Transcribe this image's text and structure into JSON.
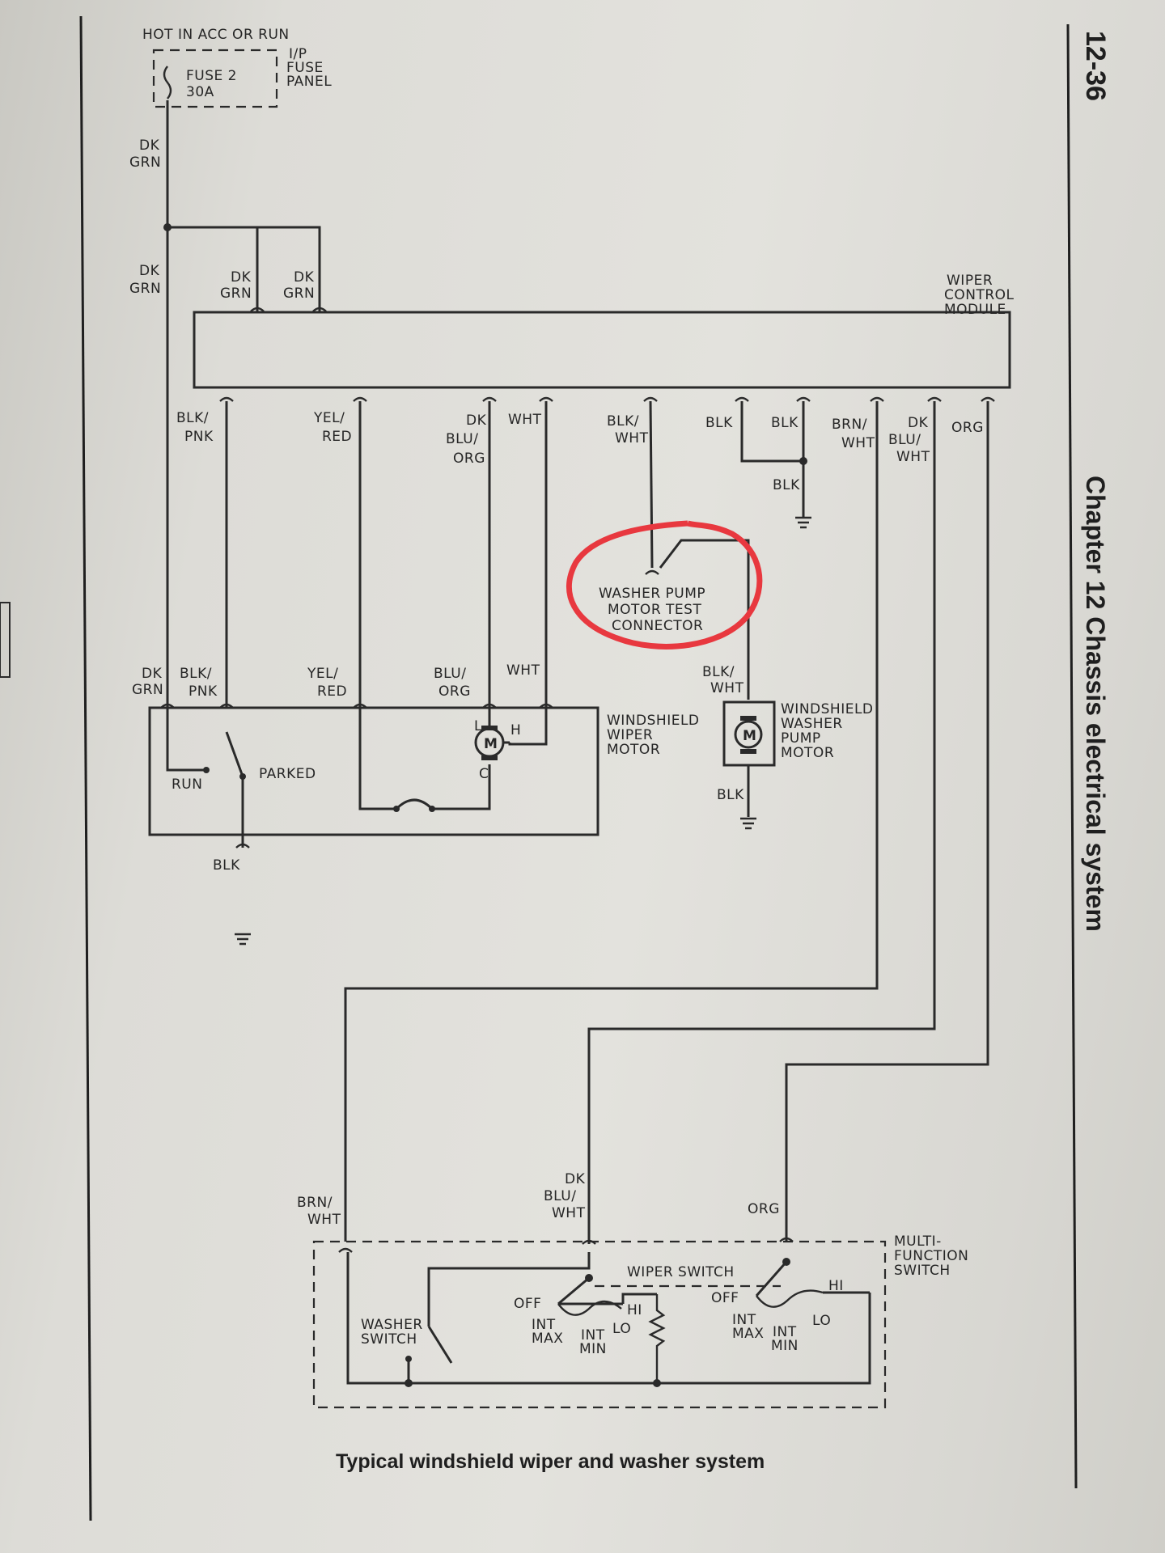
{
  "page": {
    "number": "12-36",
    "chapter": "Chapter 12  Chassis electrical system",
    "caption": "Typical windshield wiper and washer system"
  },
  "power": {
    "source": "HOT IN ACC OR RUN",
    "fuse_name": "FUSE 2",
    "fuse_rating": "30A",
    "panel_line1": "I/P",
    "panel_line2": "FUSE",
    "panel_line3": "PANEL"
  },
  "wires": {
    "dk": "DK",
    "grn": "GRN",
    "blk": "BLK",
    "blk_pnk1": "BLK/",
    "blk_pnk2": "PNK",
    "yel_red1": "YEL/",
    "yel_red2": "RED",
    "dk_blu_org2": "BLU/",
    "dk_blu_org3": "ORG",
    "blu_org1": "BLU/",
    "blu_org2": "ORG",
    "wht": "WHT",
    "blk_wht1": "BLK/",
    "blk_wht2": "WHT",
    "brn_wht1": "BRN/",
    "brn_wht2": "WHT",
    "dk_blu_wht2": "BLU/",
    "dk_blu_wht3": "WHT",
    "org": "ORG"
  },
  "module": {
    "line1": "WIPER",
    "line2": "CONTROL",
    "line3": "MODULE"
  },
  "test_connector": {
    "line1": "WASHER PUMP",
    "line2": "MOTOR TEST",
    "line3": "CONNECTOR"
  },
  "wiper_motor": {
    "line1": "WINDSHIELD",
    "line2": "WIPER",
    "line3": "MOTOR",
    "m": "M",
    "l": "L",
    "h": "H",
    "c": "C",
    "run": "RUN",
    "parked": "PARKED"
  },
  "washer_pump": {
    "line1": "WINDSHIELD",
    "line2": "WASHER",
    "line3": "PUMP",
    "line4": "MOTOR",
    "m": "M"
  },
  "mfs": {
    "line1": "MULTI-",
    "line2": "FUNCTION",
    "line3": "SWITCH",
    "wiper_switch": "WIPER SWITCH",
    "washer1": "WASHER",
    "washer2": "SWITCH",
    "off": "OFF",
    "int": "INT",
    "max": "MAX",
    "min": "MIN",
    "lo": "LO",
    "hi": "HI"
  },
  "colors": {
    "highlight": "#e8383f",
    "ink": "#2a2a2a"
  }
}
